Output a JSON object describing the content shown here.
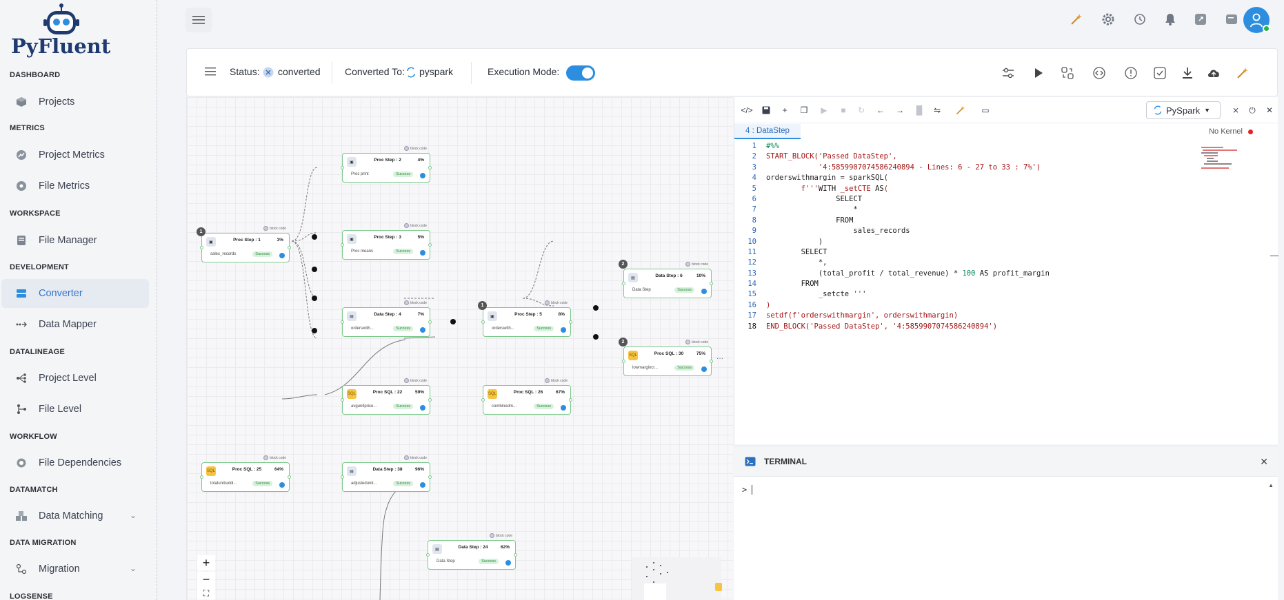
{
  "app": {
    "brand": "PyFluent"
  },
  "sidebar": {
    "sections": [
      {
        "label": "DASHBOARD"
      },
      {
        "label": "METRICS"
      },
      {
        "label": "WORKSPACE"
      },
      {
        "label": "DEVELOPMENT"
      },
      {
        "label": "DATALINEAGE"
      },
      {
        "label": "WORKFLOW"
      },
      {
        "label": "DATAMATCH"
      },
      {
        "label": "DATA MIGRATION"
      },
      {
        "label": "LOGSENSE"
      }
    ],
    "items": [
      {
        "label": "Projects",
        "icon": "cube-icon"
      },
      {
        "label": "Project Metrics",
        "icon": "chart-icon"
      },
      {
        "label": "File Metrics",
        "icon": "gear-icon"
      },
      {
        "label": "File Manager",
        "icon": "folder-icon"
      },
      {
        "label": "Converter",
        "icon": "converter-icon"
      },
      {
        "label": "Data Mapper",
        "icon": "mapper-icon"
      },
      {
        "label": "Project Level",
        "icon": "lineage-icon"
      },
      {
        "label": "File Level",
        "icon": "tree-icon"
      },
      {
        "label": "File Dependencies",
        "icon": "dependency-icon"
      },
      {
        "label": "Data Matching",
        "icon": "cubes-icon"
      },
      {
        "label": "Migration",
        "icon": "migration-icon"
      }
    ],
    "active": "Converter"
  },
  "status": {
    "status_label": "Status:",
    "status_value": "converted",
    "converted_label": "Converted To:",
    "converted_value": "pyspark",
    "mode_label": "Execution Mode:",
    "mode_on": true
  },
  "nodes": [
    {
      "id": "n1",
      "title": "Proc Step : 1",
      "pct": "3%",
      "sub": "sales_records",
      "status": "Success",
      "block": "block code",
      "badge": "1"
    },
    {
      "id": "n2",
      "title": "Proc Step : 2",
      "pct": "4%",
      "sub": "Proc print",
      "status": "Success",
      "block": "block code"
    },
    {
      "id": "n3",
      "title": "Proc Step : 3",
      "pct": "5%",
      "sub": "Proc means",
      "status": "Success",
      "block": "block code"
    },
    {
      "id": "n4",
      "title": "Data Step : 4",
      "pct": "7%",
      "sub": "orderswith...",
      "status": "Success",
      "block": "block code"
    },
    {
      "id": "n5",
      "title": "Proc Step : 5",
      "pct": "8%",
      "sub": "orderswith...",
      "status": "Success",
      "block": "block code",
      "badge": "1"
    },
    {
      "id": "n6",
      "title": "Data Step : 6",
      "pct": "10%",
      "sub": "Data Step",
      "status": "Success",
      "block": "block code",
      "badge": "2"
    },
    {
      "id": "n30",
      "title": "Proc SQL : 30",
      "pct": "75%",
      "sub": "lowmargincr...",
      "status": "Success",
      "block": "block code",
      "badge": "2"
    },
    {
      "id": "n22",
      "title": "Proc SQL : 22",
      "pct": "59%",
      "sub": "avgunitprice...",
      "status": "Success",
      "block": "block code"
    },
    {
      "id": "n26",
      "title": "Proc SQL : 26",
      "pct": "67%",
      "sub": "combinedm...",
      "status": "Success",
      "block": "block code"
    },
    {
      "id": "n25",
      "title": "Proc SQL : 25",
      "pct": "64%",
      "sub": "totalunitsoldi...",
      "status": "Success",
      "block": "block code"
    },
    {
      "id": "n38",
      "title": "Data Step : 38",
      "pct": "96%",
      "sub": "adjustedunit...",
      "status": "Success",
      "block": "block code"
    },
    {
      "id": "n24",
      "title": "Data Step : 24",
      "pct": "62%",
      "sub": "Data Step",
      "status": "Success",
      "block": "block code"
    }
  ],
  "editor": {
    "language": "PySpark",
    "tab": "4 : DataStep",
    "kernel": "No Kernel",
    "lines": [
      "#%%",
      "START_BLOCK('Passed DataStep',",
      "            '4:5859907074586240894 - Lines: 6 - 27 to 33 : 7%')",
      "orderswithmargin = sparkSQL(",
      "        f'''WITH _setCTE AS(",
      "                SELECT",
      "                    *",
      "                FROM",
      "                    sales_records",
      "            )",
      "        SELECT",
      "            *,",
      "            (total_profit / total_revenue) * 100 AS profit_margin",
      "        FROM",
      "            _setcte '''",
      ")",
      "setdf(f'orderswithmargin', orderswithmargin)",
      "END_BLOCK('Passed DataStep', '4:5859907074586240894')"
    ]
  },
  "terminal": {
    "title": "TERMINAL",
    "prompt": ">"
  },
  "colors": {
    "accent": "#2d8ee0",
    "success": "#7cc98a",
    "sidebar_bg": "#f4f5f7"
  }
}
